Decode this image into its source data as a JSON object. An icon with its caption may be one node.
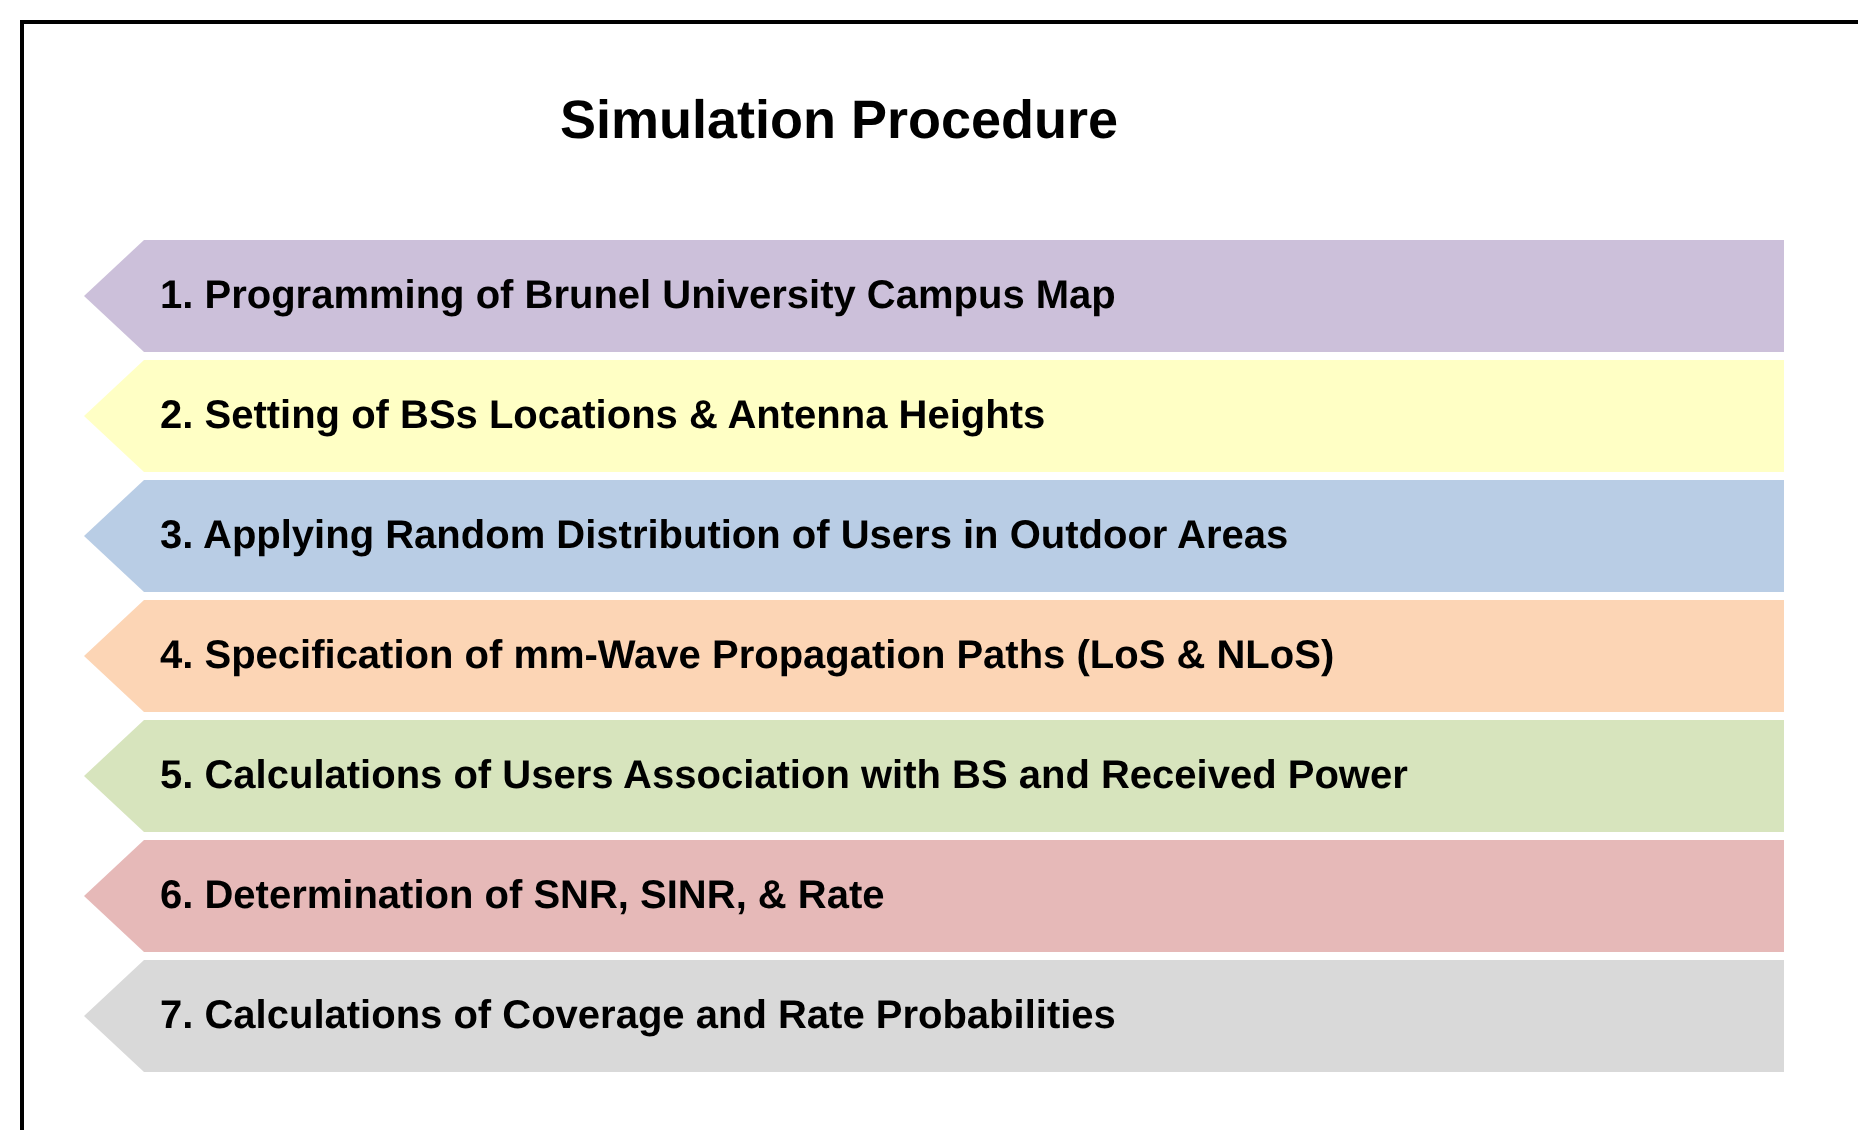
{
  "diagram": {
    "title": "Simulation Procedure",
    "nodes": [
      {
        "text": [
          "1. Programming of Brunel University Campus Map"
        ]
      },
      {
        "text": [
          "2. Setting of BSs Locations & Antenna Heights"
        ]
      },
      {
        "text": [
          "3. Applying Random Distribution of Users in Outdoor Areas"
        ]
      },
      {
        "text": [
          "4. Specification of mm-Wave Propagation Paths (LoS & NLoS)"
        ]
      },
      {
        "text": [
          "5. Calculations of Users Association with BS and Received Power"
        ]
      },
      {
        "text": [
          "6. Determination of SNR, SINR, & Rate"
        ]
      },
      {
        "text": [
          "7. Calculations of Coverage and Rate Probabilities"
        ]
      }
    ],
    "edges": []
  }
}
